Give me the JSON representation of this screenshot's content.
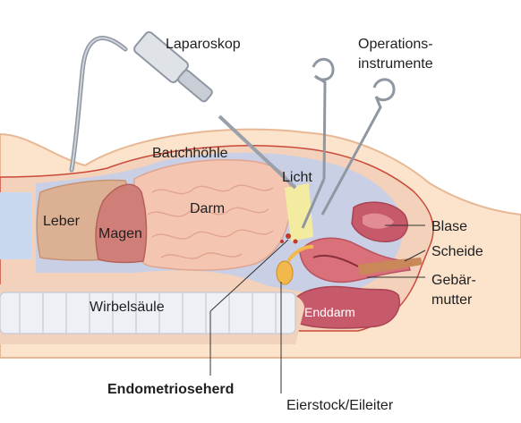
{
  "labels": {
    "laparoskop": "Laparoskop",
    "operations_line1": "Operations-",
    "operations_line2": "instrumente",
    "bauchhoehle": "Bauchhöhle",
    "licht": "Licht",
    "darm": "Darm",
    "leber": "Leber",
    "magen": "Magen",
    "blase": "Blase",
    "scheide": "Scheide",
    "gebaer_line1": "Gebär-",
    "gebaer_line2": "mutter",
    "wirbelsaeule": "Wirbelsäule",
    "enddarm": "Enddarm",
    "endometrioseherd": "Endometrioseherd",
    "eierstock": "Eierstock/Eileiter"
  },
  "colors": {
    "skin": "#fbe3cc",
    "skin_edge": "#e8b894",
    "body_wall": "#f3d1ba",
    "cavity": "#c9cfe4",
    "intestine": "#f4c6b2",
    "liver": "#dcb092",
    "stomach": "#cf7f78",
    "uterus": "#d9707a",
    "rectum": "#c75a6a",
    "light": "#f3eba0",
    "ovary": "#f2b84b",
    "spine": "#eef0f6",
    "accent_red": "#c0392b"
  }
}
